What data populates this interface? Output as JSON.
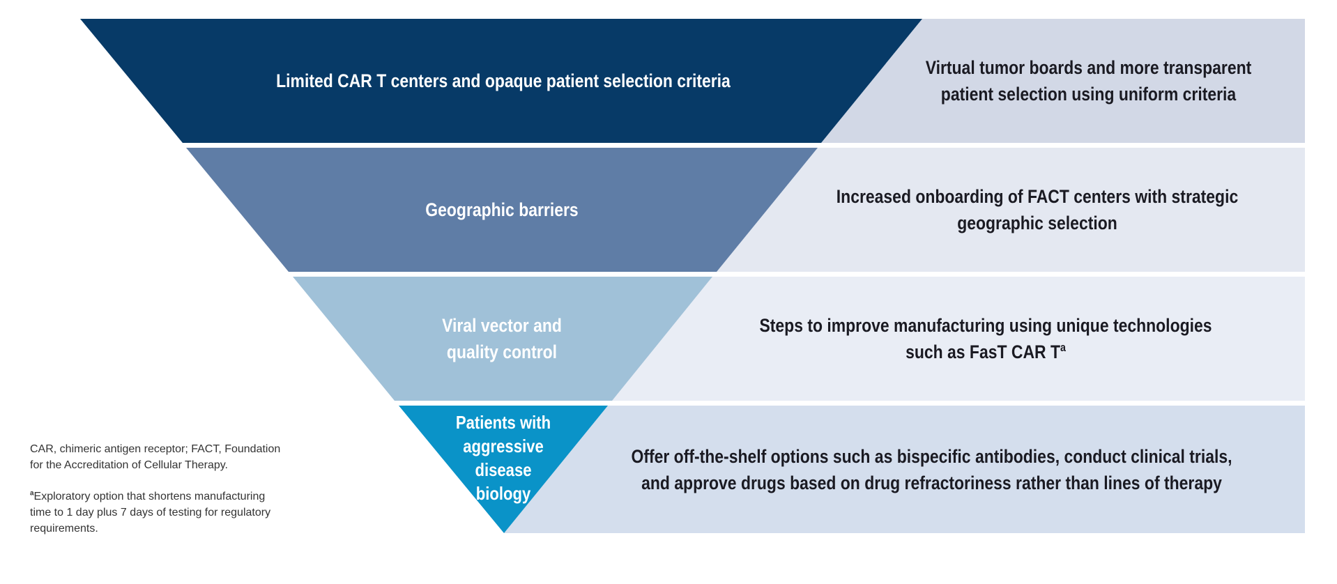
{
  "diagram": {
    "description": "Inverted funnel of CAR T access barriers with matching solutions",
    "colors": {
      "background": "#ffffff",
      "barrier_text": "#ffffff",
      "solution_text": "#1a1a22",
      "footnote_text": "#333333"
    },
    "rows": [
      {
        "barrier_lines": [
          "Limited CAR T centers and opaque patient selection criteria"
        ],
        "solution_lines": [
          "Virtual tumor boards and more transparent",
          "patient selection using uniform criteria"
        ],
        "barrier_color": "#073a67",
        "panel_color": "#d2d8e6"
      },
      {
        "barrier_lines": [
          "Geographic barriers"
        ],
        "solution_lines": [
          "Increased onboarding of FACT centers with strategic",
          "geographic selection"
        ],
        "barrier_color": "#5f7da6",
        "panel_color": "#e4e8f1"
      },
      {
        "barrier_lines": [
          "Viral vector and",
          "quality control"
        ],
        "solution_lines": [
          "Steps to improve manufacturing using unique technologies",
          "such as FasT CAR T"
        ],
        "solution_superscript": "a",
        "barrier_color": "#a0c1d8",
        "panel_color": "#e9edf5"
      },
      {
        "barrier_lines": [
          "Patients with",
          "aggressive",
          "disease",
          "biology"
        ],
        "solution_lines": [
          "Offer off-the-shelf options such as bispecific antibodies, conduct clinical trials,",
          "and approve drugs based on drug refractoriness rather than lines of therapy"
        ],
        "barrier_color": "#0a93c8",
        "panel_color": "#d4deed"
      }
    ],
    "footnotes": {
      "abbreviations_lines": [
        "CAR, chimeric antigen receptor; FACT, Foundation",
        "for the Accreditation of Cellular Therapy."
      ],
      "exploratory_sup": "a",
      "exploratory_lines": [
        "Exploratory option that shortens manufacturing",
        "time to 1 day plus 7 days of testing for regulatory",
        "requirements."
      ]
    }
  }
}
